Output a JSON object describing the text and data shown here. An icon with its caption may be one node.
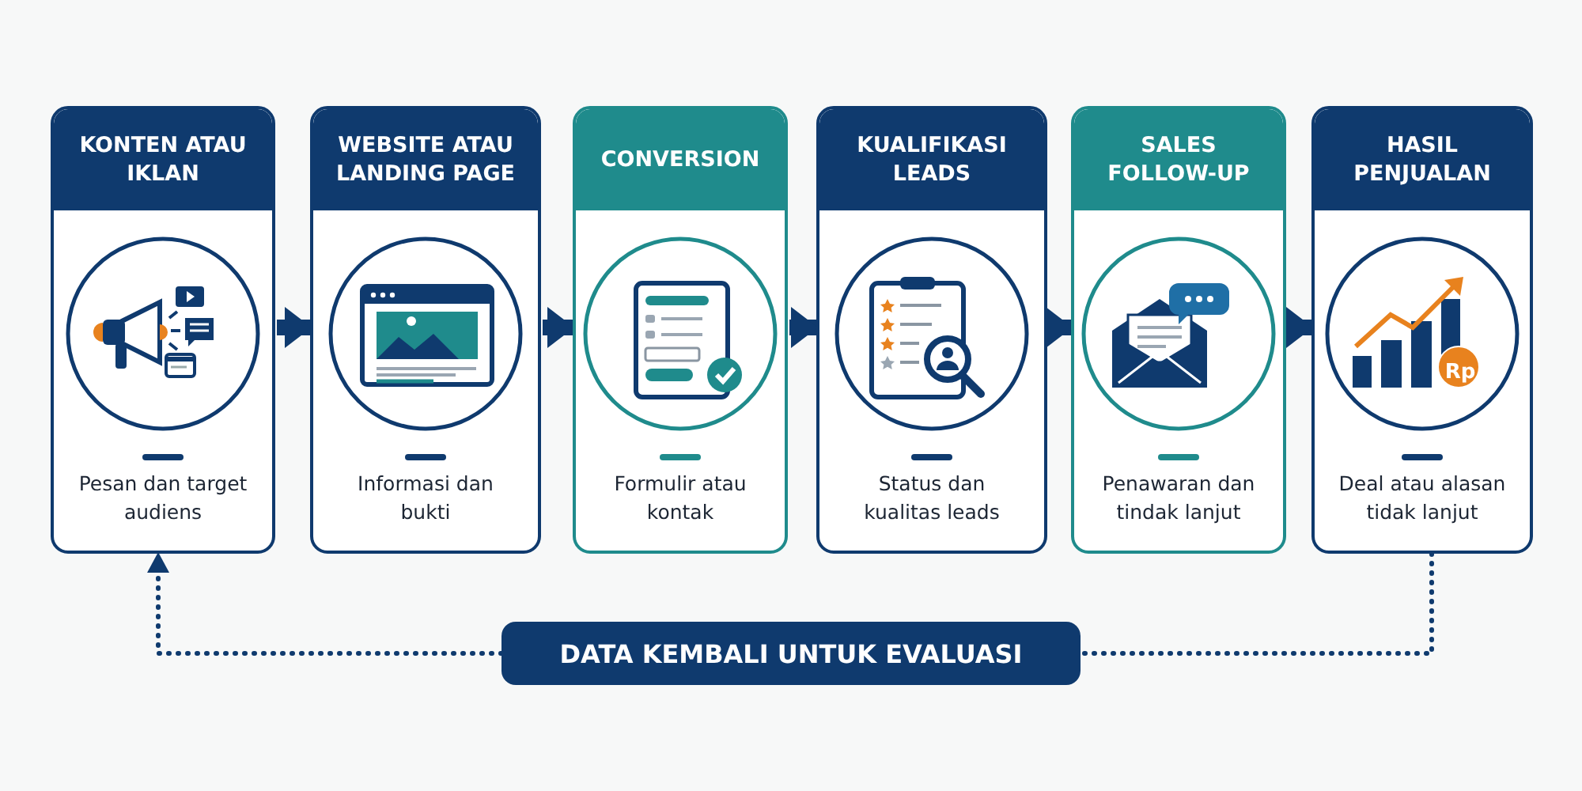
{
  "diagram": {
    "nodes": [
      {
        "text": [
          "KONTEN ATAU IKLAN",
          "Pesan dan target audiens"
        ]
      },
      {
        "text": [
          "WEBSITE ATAU LANDING PAGE",
          "Informasi dan bukti"
        ]
      },
      {
        "text": [
          "CONVERSION",
          "Formulir atau kontak"
        ]
      },
      {
        "text": [
          "KUALIFIKASI LEADS",
          "Status dan kualitas leads"
        ]
      },
      {
        "text": [
          "SALES FOLLOW-UP",
          "Penawaran dan tindak lanjut"
        ]
      },
      {
        "text": [
          "HASIL PENJUALAN",
          "Deal atau alasan tidak lanjut"
        ]
      },
      {
        "text": [
          "DATA KEMBALI UNTUK EVALUASI"
        ]
      }
    ],
    "edges": [
      {
        "from": 0,
        "to": 1,
        "arrow": "to"
      },
      {
        "from": 1,
        "to": 2,
        "arrow": "to"
      },
      {
        "from": 2,
        "to": 3,
        "arrow": "to"
      },
      {
        "from": 3,
        "to": 4,
        "arrow": "to"
      },
      {
        "from": 4,
        "to": 5,
        "arrow": "to"
      },
      {
        "from": 5,
        "to": 6,
        "arrow": "none",
        "style": "dashed"
      },
      {
        "from": 6,
        "to": 0,
        "arrow": "to",
        "style": "dashed"
      }
    ],
    "labels": [
      "Rp"
    ]
  }
}
